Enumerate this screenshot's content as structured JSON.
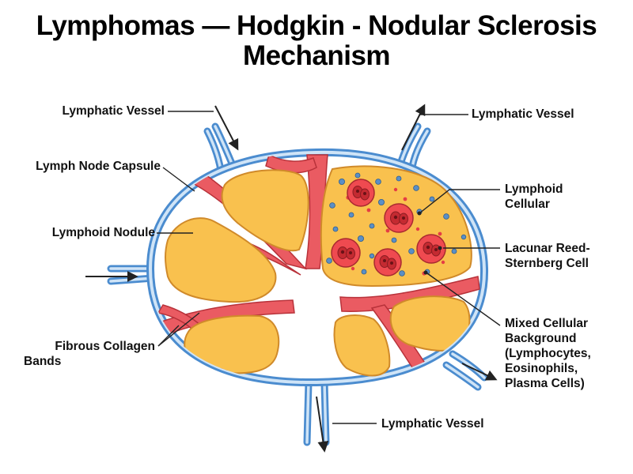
{
  "title": {
    "line1": "Lymphomas — Hodgkin - Nodular Sclerosis",
    "line2": "Mechanism"
  },
  "labels": {
    "lymphatic_vessel_top_left": "Lymphatic Vessel",
    "lymphatic_vessel_top_right": "Lymphatic Vessel",
    "lymphatic_vessel_bottom": "Lymphatic Vessel",
    "lymph_node_capsule": "Lymph Node Capsule",
    "lymphoid_nodule": "Lymphoid Nodule",
    "fibrous_collagen_bands": [
      "Fibrous Collagen",
      "Bands"
    ],
    "lymphoid_cellular": [
      "Lymphoid",
      "Cellular"
    ],
    "lacunar_rs_cell": [
      "Lacunar Reed-",
      "Sternberg Cell"
    ],
    "mixed_background": [
      "Mixed Cellular",
      "Background",
      "(Lymphocytes,",
      "Eosinophils,",
      "Plasma Cells)"
    ]
  },
  "colors": {
    "capsule_outer": "#4b8ccf",
    "capsule_inner": "#cfe4f7",
    "nodule_fill": "#f9c14e",
    "nodule_stroke": "#d08a2a",
    "band_fill": "#ea5b62",
    "band_stroke": "#b8323a",
    "rs_cell_fill": "#e53d44",
    "lymphocyte_fill": "#5b8fc6"
  }
}
